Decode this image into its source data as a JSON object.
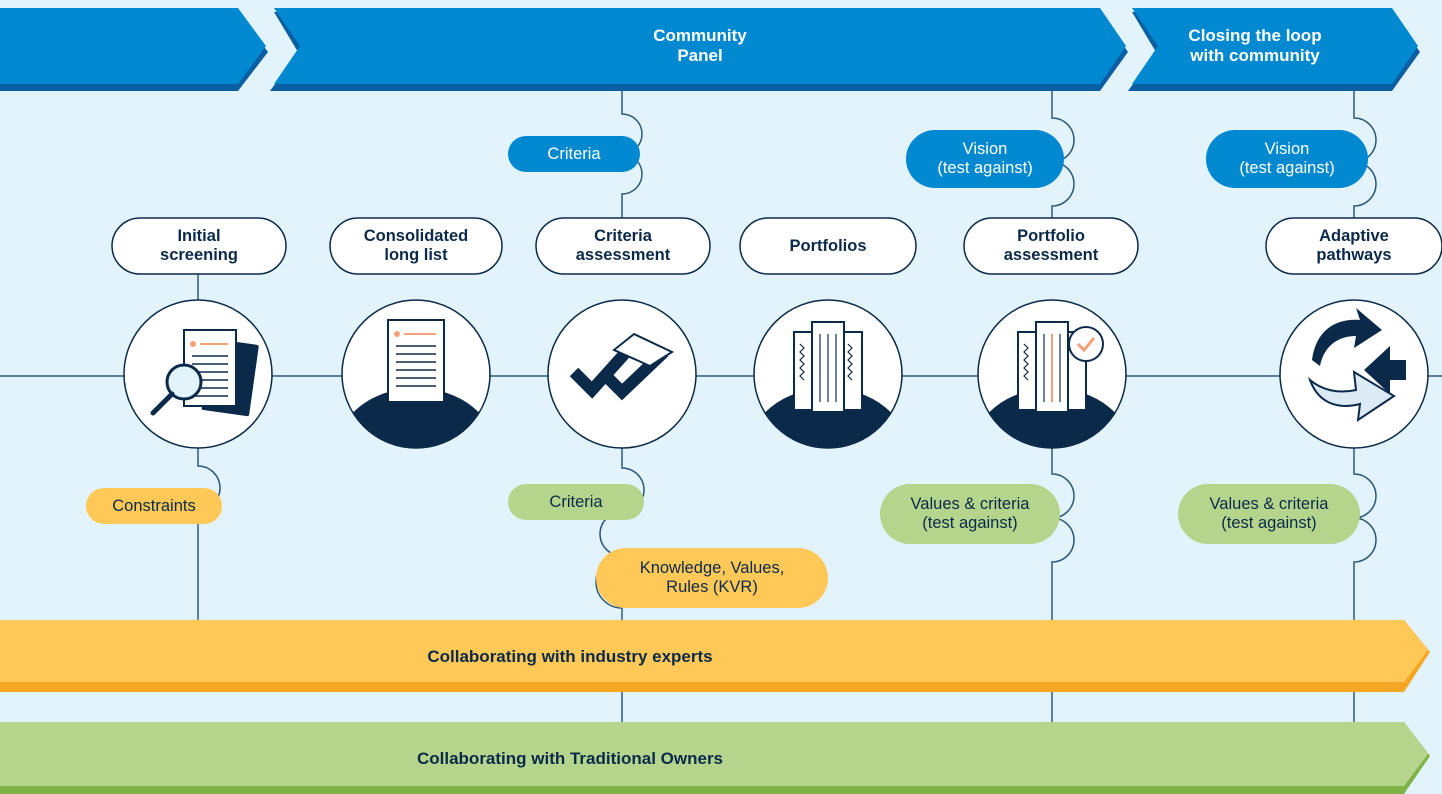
{
  "banners": [
    {
      "id": "start",
      "title": ""
    },
    {
      "id": "community-panel",
      "title": "Community\nPanel"
    },
    {
      "id": "closing-loop",
      "title": "Closing the loop\nwith community"
    }
  ],
  "steps": [
    {
      "id": "initial-screening",
      "title": "Initial\nscreening",
      "icon": "document-magnifier-icon"
    },
    {
      "id": "consolidated-long-list",
      "title": "Consolidated\nlong list",
      "icon": "document-list-icon"
    },
    {
      "id": "criteria-assessment",
      "title": "Criteria\nassessment",
      "icon": "double-check-icon"
    },
    {
      "id": "portfolios",
      "title": "Portfolios",
      "icon": "folders-icon"
    },
    {
      "id": "portfolio-assessment",
      "title": "Portfolio\nassessment",
      "icon": "folders-check-icon"
    },
    {
      "id": "adaptive-pathways",
      "title": "Adaptive\npathways",
      "icon": "branching-arrows-icon"
    }
  ],
  "top_tags": [
    {
      "id": "criteria",
      "text": "Criteria"
    },
    {
      "id": "vision-1",
      "text": "Vision\n(test against)"
    },
    {
      "id": "vision-2",
      "text": "Vision\n(test against)"
    }
  ],
  "bottom_tags": [
    {
      "id": "constraints",
      "text": "Constraints",
      "color": "yellow"
    },
    {
      "id": "criteria",
      "text": "Criteria",
      "color": "green"
    },
    {
      "id": "kvr",
      "text": "Knowledge, Values,\nRules (KVR)",
      "color": "yellow"
    },
    {
      "id": "values-criteria-1",
      "text": "Values & criteria\n(test against)",
      "color": "green"
    },
    {
      "id": "values-criteria-2",
      "text": "Values & criteria\n(test against)",
      "color": "green"
    }
  ],
  "bands": [
    {
      "id": "industry-experts",
      "title": "Collaborating with industry experts"
    },
    {
      "id": "traditional-owners",
      "title": "Collaborating with Traditional Owners"
    }
  ],
  "colors": {
    "background": "#e3f3fb",
    "banner_blue": "#0088d1",
    "banner_shadow": "#0a5fa3",
    "navy": "#0b2a4a",
    "connector": "#2d5a7a",
    "yellow": "#ffc857",
    "yellow_shadow": "#f5a623",
    "green": "#b5d58c",
    "green_shadow": "#7fb347",
    "accent_orange": "#f4a07a"
  }
}
